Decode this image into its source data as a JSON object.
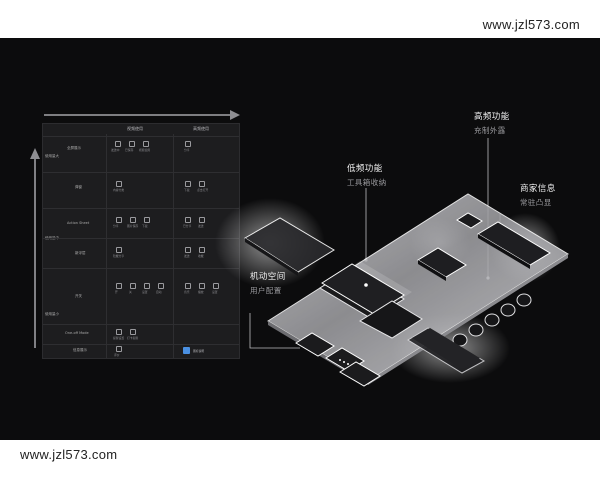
{
  "watermark": {
    "text": "www.jzl573.com"
  },
  "matrix": {
    "columns": [
      "视频使用",
      "高频使用"
    ],
    "frequency": [
      "使用量大",
      "使用量中",
      "使用量小"
    ],
    "rows": [
      {
        "label": "全屏展示",
        "cells": [
          "发送中",
          "已保存",
          "视频使用"
        ],
        "right": [
          "分享"
        ]
      },
      {
        "label": "弹窗",
        "cells": [
          "内容分类"
        ],
        "right": [
          "下载",
          "点击打开"
        ]
      },
      {
        "label": "Action Sheet",
        "cells": [
          "分享",
          "图片保存",
          "下载"
        ],
        "right": [
          "已分享",
          "发送"
        ]
      },
      {
        "label": "新浮层",
        "cells": [
          "隐藏分享"
        ],
        "right": [
          "发送",
          "收藏"
        ]
      },
      {
        "label": "开关",
        "cells": [
          "开",
          "关",
          "设置",
          "自动"
        ],
        "right": [
          "音乐",
          "播放",
          "设置"
        ]
      },
      {
        "label": "One-off Mode",
        "cells": [
          "提醒设置",
          "打卡提醒"
        ],
        "right": []
      },
      {
        "label": "信息展示",
        "cells": [
          "评价"
        ],
        "right": [
          "图标说明"
        ]
      }
    ]
  },
  "labels": {
    "high": {
      "title": "高频功能",
      "sub": "充制外露"
    },
    "merchant": {
      "title": "商家信息",
      "sub": "常驻凸显"
    },
    "low": {
      "title": "低频功能",
      "sub": "工具箱收纳"
    },
    "mobile": {
      "title": "机动空间",
      "sub": "用户配置"
    }
  },
  "colors": {
    "background": "#0c0c0d",
    "panel": "#1d1d1f",
    "accent_blue": "#4a90e2",
    "plate": "#e6e6e8"
  }
}
